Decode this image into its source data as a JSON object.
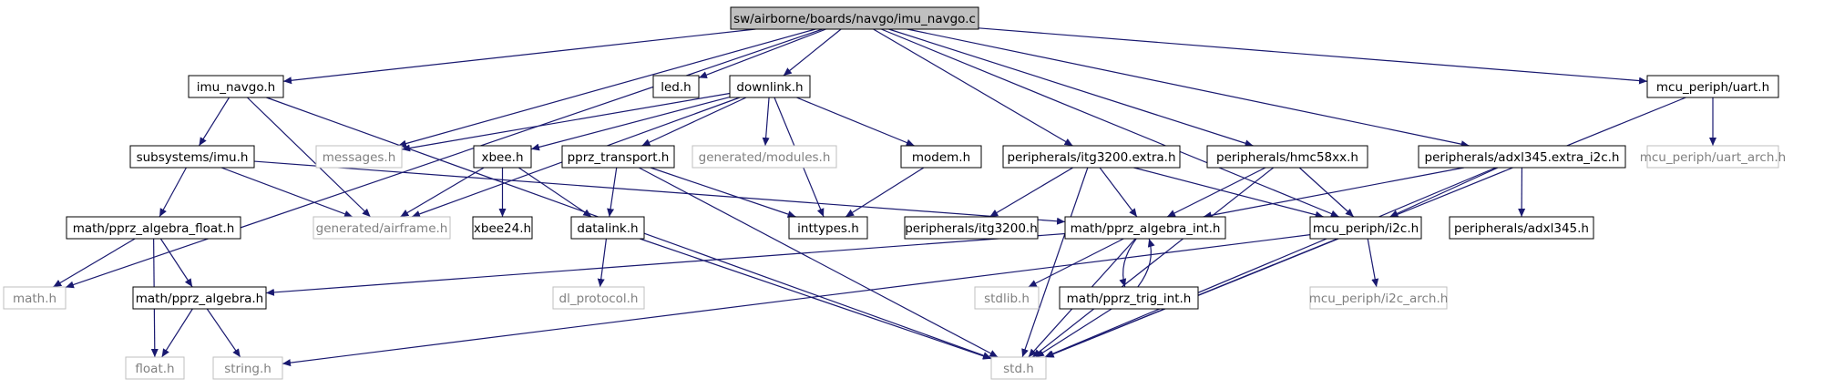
{
  "graph": {
    "colors": {
      "edge": "#191970",
      "root_fill": "#bfbfbf",
      "node_border": "#000000",
      "missing_border": "#bfbfbf",
      "missing_text": "#808080",
      "text": "#000000"
    },
    "nodes": [
      {
        "id": "root",
        "label": "sw/airborne/boards/navgo/imu_navgo.c",
        "kind": "root"
      },
      {
        "id": "imu_navgo_h",
        "label": "imu_navgo.h",
        "kind": "file"
      },
      {
        "id": "led_h",
        "label": "led.h",
        "kind": "file"
      },
      {
        "id": "downlink_h",
        "label": "downlink.h",
        "kind": "file"
      },
      {
        "id": "uart_h",
        "label": "mcu_periph/uart.h",
        "kind": "file"
      },
      {
        "id": "messages_h",
        "label": "messages.h",
        "kind": "missing"
      },
      {
        "id": "subsystems_imu_h",
        "label": "subsystems/imu.h",
        "kind": "file"
      },
      {
        "id": "xbee_h",
        "label": "xbee.h",
        "kind": "file"
      },
      {
        "id": "pprz_transport_h",
        "label": "pprz_transport.h",
        "kind": "file"
      },
      {
        "id": "generated_modules_h",
        "label": "generated/modules.h",
        "kind": "missing"
      },
      {
        "id": "modem_h",
        "label": "modem.h",
        "kind": "file"
      },
      {
        "id": "itg3200_extra_h",
        "label": "peripherals/itg3200.extra.h",
        "kind": "file"
      },
      {
        "id": "hmc58xx_h",
        "label": "peripherals/hmc58xx.h",
        "kind": "file"
      },
      {
        "id": "adxl345_extra_i2c_h",
        "label": "peripherals/adxl345.extra_i2c.h",
        "kind": "file"
      },
      {
        "id": "uart_arch_h",
        "label": "mcu_periph/uart_arch.h",
        "kind": "missing"
      },
      {
        "id": "pprz_algebra_float_h",
        "label": "math/pprz_algebra_float.h",
        "kind": "file"
      },
      {
        "id": "generated_airframe_h",
        "label": "generated/airframe.h",
        "kind": "missing"
      },
      {
        "id": "xbee24_h",
        "label": "xbee24.h",
        "kind": "file"
      },
      {
        "id": "datalink_h",
        "label": "datalink.h",
        "kind": "file"
      },
      {
        "id": "inttypes_h",
        "label": "inttypes.h",
        "kind": "file"
      },
      {
        "id": "itg3200_h",
        "label": "peripherals/itg3200.h",
        "kind": "file"
      },
      {
        "id": "pprz_algebra_int_h",
        "label": "math/pprz_algebra_int.h",
        "kind": "file"
      },
      {
        "id": "i2c_h",
        "label": "mcu_periph/i2c.h",
        "kind": "file"
      },
      {
        "id": "adxl345_h",
        "label": "peripherals/adxl345.h",
        "kind": "file"
      },
      {
        "id": "math_h",
        "label": "math.h",
        "kind": "missing"
      },
      {
        "id": "pprz_algebra_h",
        "label": "math/pprz_algebra.h",
        "kind": "file"
      },
      {
        "id": "dl_protocol_h",
        "label": "dl_protocol.h",
        "kind": "missing"
      },
      {
        "id": "stdlib_h",
        "label": "stdlib.h",
        "kind": "missing"
      },
      {
        "id": "pprz_trig_int_h",
        "label": "math/pprz_trig_int.h",
        "kind": "file"
      },
      {
        "id": "i2c_arch_h",
        "label": "mcu_periph/i2c_arch.h",
        "kind": "missing"
      },
      {
        "id": "float_h",
        "label": "float.h",
        "kind": "missing"
      },
      {
        "id": "string_h",
        "label": "string.h",
        "kind": "missing"
      },
      {
        "id": "std_h",
        "label": "std.h",
        "kind": "missing"
      }
    ],
    "edges": [
      [
        "root",
        "imu_navgo_h"
      ],
      [
        "root",
        "led_h"
      ],
      [
        "root",
        "downlink_h"
      ],
      [
        "root",
        "uart_h"
      ],
      [
        "root",
        "messages_h"
      ],
      [
        "root",
        "math_h"
      ],
      [
        "root",
        "itg3200_extra_h"
      ],
      [
        "root",
        "hmc58xx_h"
      ],
      [
        "root",
        "adxl345_extra_i2c_h"
      ],
      [
        "root",
        "i2c_h"
      ],
      [
        "imu_navgo_h",
        "subsystems_imu_h"
      ],
      [
        "imu_navgo_h",
        "generated_airframe_h"
      ],
      [
        "imu_navgo_h",
        "std_h"
      ],
      [
        "subsystems_imu_h",
        "pprz_algebra_float_h"
      ],
      [
        "subsystems_imu_h",
        "pprz_algebra_int_h"
      ],
      [
        "subsystems_imu_h",
        "generated_airframe_h"
      ],
      [
        "pprz_algebra_float_h",
        "math_h"
      ],
      [
        "pprz_algebra_float_h",
        "pprz_algebra_h"
      ],
      [
        "pprz_algebra_float_h",
        "float_h"
      ],
      [
        "pprz_algebra_h",
        "float_h"
      ],
      [
        "pprz_algebra_h",
        "string_h"
      ],
      [
        "downlink_h",
        "messages_h"
      ],
      [
        "downlink_h",
        "generated_airframe_h"
      ],
      [
        "downlink_h",
        "xbee_h"
      ],
      [
        "downlink_h",
        "pprz_transport_h"
      ],
      [
        "downlink_h",
        "generated_modules_h"
      ],
      [
        "downlink_h",
        "modem_h"
      ],
      [
        "downlink_h",
        "inttypes_h"
      ],
      [
        "xbee_h",
        "generated_airframe_h"
      ],
      [
        "xbee_h",
        "xbee24_h"
      ],
      [
        "xbee_h",
        "datalink_h"
      ],
      [
        "pprz_transport_h",
        "datalink_h"
      ],
      [
        "pprz_transport_h",
        "inttypes_h"
      ],
      [
        "pprz_transport_h",
        "std_h"
      ],
      [
        "datalink_h",
        "dl_protocol_h"
      ],
      [
        "datalink_h",
        "std_h"
      ],
      [
        "modem_h",
        "inttypes_h"
      ],
      [
        "itg3200_extra_h",
        "itg3200_h"
      ],
      [
        "itg3200_extra_h",
        "pprz_algebra_int_h"
      ],
      [
        "itg3200_extra_h",
        "i2c_h"
      ],
      [
        "itg3200_extra_h",
        "std_h"
      ],
      [
        "hmc58xx_h",
        "pprz_algebra_int_h"
      ],
      [
        "hmc58xx_h",
        "i2c_h"
      ],
      [
        "hmc58xx_h",
        "std_h"
      ],
      [
        "adxl345_extra_i2c_h",
        "pprz_algebra_int_h"
      ],
      [
        "adxl345_extra_i2c_h",
        "i2c_h"
      ],
      [
        "adxl345_extra_i2c_h",
        "adxl345_h"
      ],
      [
        "adxl345_extra_i2c_h",
        "std_h"
      ],
      [
        "pprz_algebra_int_h",
        "pprz_algebra_h"
      ],
      [
        "pprz_algebra_int_h",
        "stdlib_h"
      ],
      [
        "pprz_algebra_int_h",
        "std_h"
      ],
      [
        "pprz_algebra_int_h",
        "pprz_trig_int_h"
      ],
      [
        "pprz_trig_int_h",
        "pprz_algebra_int_h"
      ],
      [
        "pprz_trig_int_h",
        "std_h"
      ],
      [
        "i2c_h",
        "i2c_arch_h"
      ],
      [
        "i2c_h",
        "std_h"
      ],
      [
        "i2c_h",
        "string_h"
      ],
      [
        "uart_h",
        "uart_arch_h"
      ],
      [
        "uart_h",
        "std_h"
      ]
    ]
  }
}
